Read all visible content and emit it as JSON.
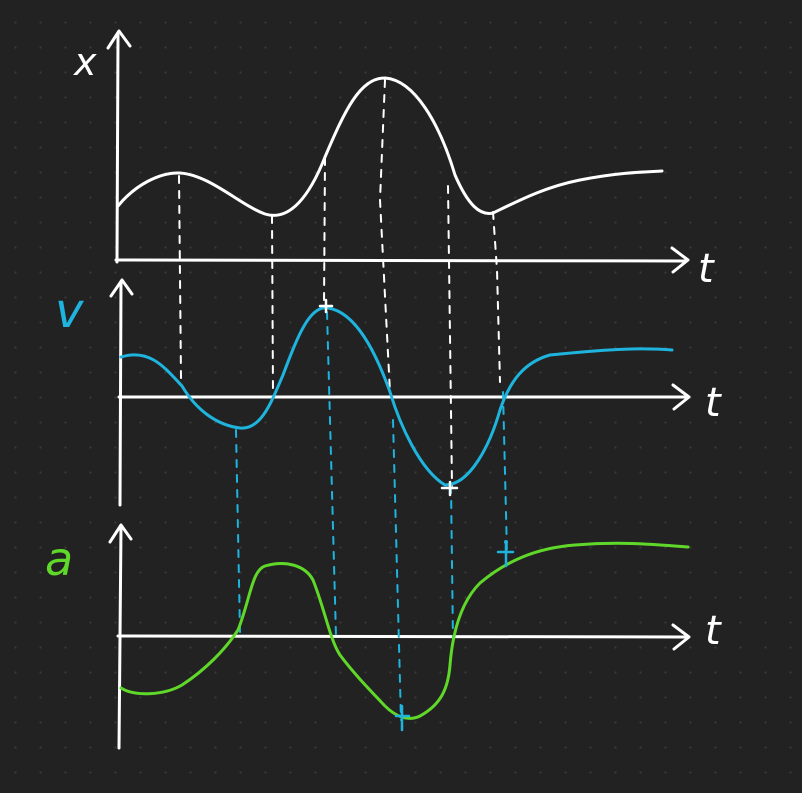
{
  "labels": {
    "position": "x",
    "velocity": "v",
    "acceleration": "a",
    "time_top": "t",
    "time_middle": "t",
    "time_bottom": "t"
  },
  "colors": {
    "background": "#222222",
    "position": "#ffffff",
    "velocity": "#1eb4de",
    "acceleration": "#5fd82a",
    "axes": "#ffffff"
  }
}
